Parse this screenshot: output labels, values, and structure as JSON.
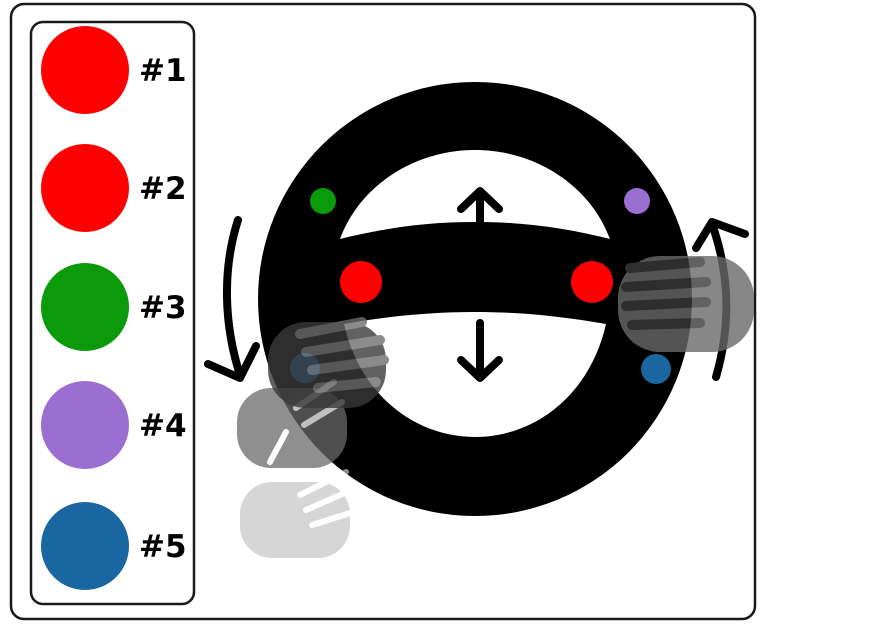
{
  "colors": {
    "ink": "#000000",
    "frame": "#1a1a1a",
    "background": "#ffffff",
    "hand_dark": "#3a3a3a",
    "hand_mid": "#6a6a6a",
    "hand_light": "#b5b5b5"
  },
  "legend": {
    "items": [
      {
        "label": "#1",
        "color": "#ff0000"
      },
      {
        "label": "#2",
        "color": "#ff0000"
      },
      {
        "label": "#3",
        "color": "#0a9a0a"
      },
      {
        "label": "#4",
        "color": "#9b6fd1"
      },
      {
        "label": "#5",
        "color": "#1a66a0"
      }
    ]
  },
  "wheel": {
    "markers": [
      {
        "id": "1",
        "color": "#ff0000"
      },
      {
        "id": "2",
        "color": "#ff0000"
      },
      {
        "id": "3",
        "color": "#0a9a0a"
      },
      {
        "id": "4",
        "color": "#9b6fd1"
      },
      {
        "id": "5",
        "color": "#1a66a0"
      },
      {
        "id": "5b",
        "color": "#1a66a0"
      }
    ],
    "icons": {
      "up_arrow": "arrow-up-icon",
      "down_arrow": "arrow-down-icon",
      "rotate_left": "rotate-counterclockwise-arrow-icon",
      "rotate_right": "rotate-clockwise-arrow-icon",
      "hand": "hand-icon"
    }
  }
}
